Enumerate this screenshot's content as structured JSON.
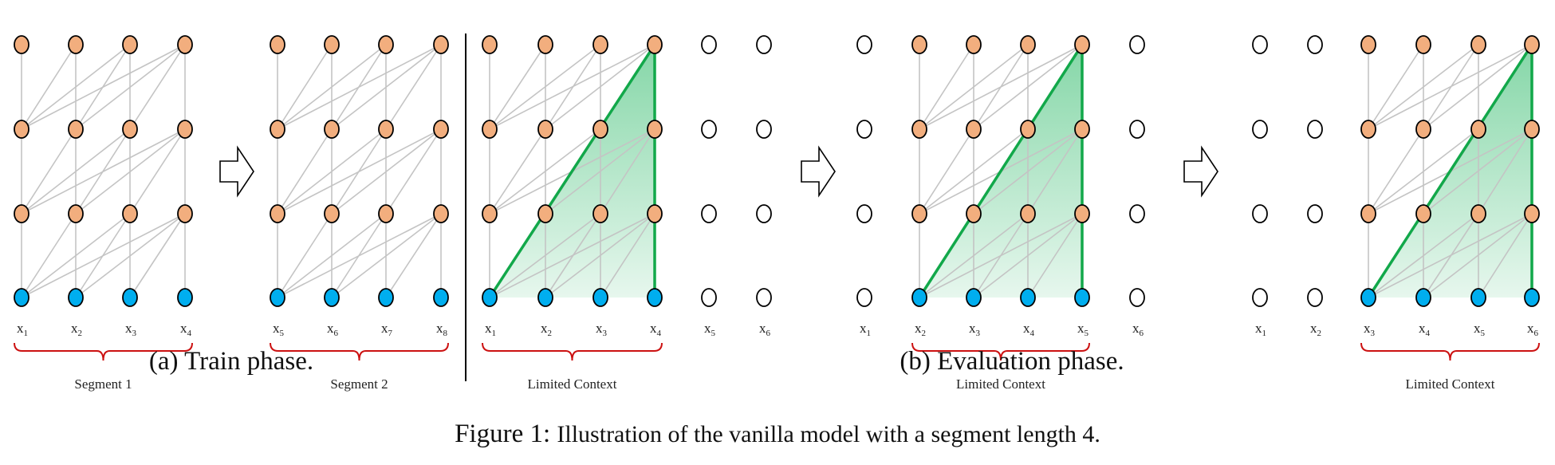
{
  "colors": {
    "hidden_node": "#f2ae7e",
    "input_node": "#00aeef",
    "empty_node": "#ffffff",
    "edge": "#c4c4c4",
    "context_edge": "#12a84a",
    "brace": "#cc1111"
  },
  "panels": [
    {
      "tokens": [
        "1",
        "2",
        "3",
        "4"
      ],
      "brace_label": "Segment 1"
    },
    {
      "tokens": [
        "5",
        "6",
        "7",
        "8"
      ],
      "brace_label": "Segment 2"
    },
    {
      "tokens": [
        "1",
        "2",
        "3",
        "4",
        "5",
        "6"
      ],
      "brace_label": "Limited Context"
    },
    {
      "tokens": [
        "1",
        "2",
        "3",
        "4",
        "5",
        "6"
      ],
      "brace_label": "Limited Context"
    },
    {
      "tokens": [
        "1",
        "2",
        "3",
        "4",
        "5",
        "6"
      ],
      "brace_label": "Limited Context"
    }
  ],
  "subcaptions": {
    "a": "(a) Train phase.",
    "b": "(b) Evaluation phase."
  },
  "caption": {
    "label": "Figure 1:",
    "text": "Illustration of the vanilla model with a segment length 4."
  }
}
